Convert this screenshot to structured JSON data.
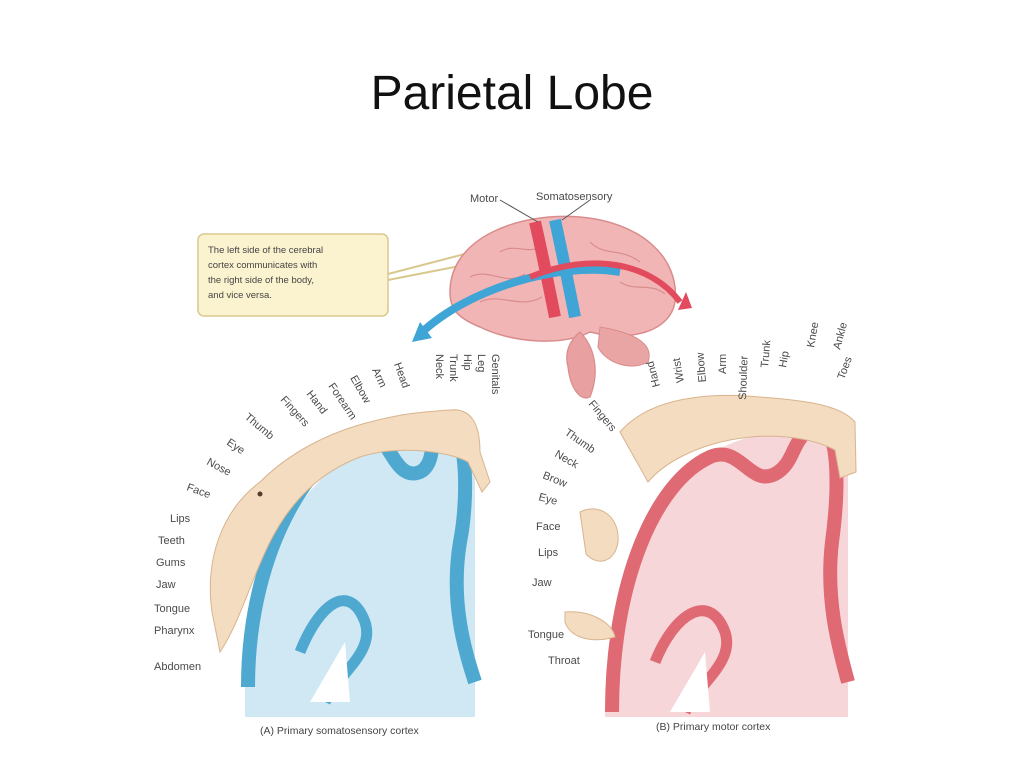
{
  "slide": {
    "title": "Parietal Lobe"
  },
  "figure": {
    "brain_labels": {
      "motor": "Motor",
      "somatosensory": "Somatosensory"
    },
    "callout": {
      "lines": [
        "The left side of the cerebral",
        "cortex communicates with",
        "the right side of the body,",
        "and vice versa."
      ]
    },
    "panel_a": {
      "caption": "(A) Primary somatosensory cortex",
      "labels": [
        "Genitals",
        "Leg",
        "Hip",
        "Trunk",
        "Neck",
        "Head",
        "Arm",
        "Elbow",
        "Forearm",
        "Hand",
        "Fingers",
        "Thumb",
        "Eye",
        "Nose",
        "Face",
        "Lips",
        "Teeth",
        "Gums",
        "Jaw",
        "Tongue",
        "Pharynx",
        "Abdomen"
      ]
    },
    "panel_b": {
      "caption": "(B) Primary motor cortex",
      "labels": [
        "Toes",
        "Ankle",
        "Knee",
        "Hip",
        "Trunk",
        "Shoulder",
        "Arm",
        "Elbow",
        "Wrist",
        "Hand",
        "Fingers",
        "Thumb",
        "Neck",
        "Brow",
        "Eye",
        "Face",
        "Lips",
        "Jaw",
        "Tongue",
        "Throat"
      ]
    },
    "colors": {
      "somatosensory": "#4fa8d0",
      "somatosensory_fill": "#cfe8f4",
      "motor": "#e06a74",
      "motor_fill": "#f7d6da",
      "homunculus": "#f3dcc0",
      "brain": "#f2b5b5",
      "callout_bg": "#fbf3d0",
      "callout_border": "#d9c88e"
    }
  }
}
